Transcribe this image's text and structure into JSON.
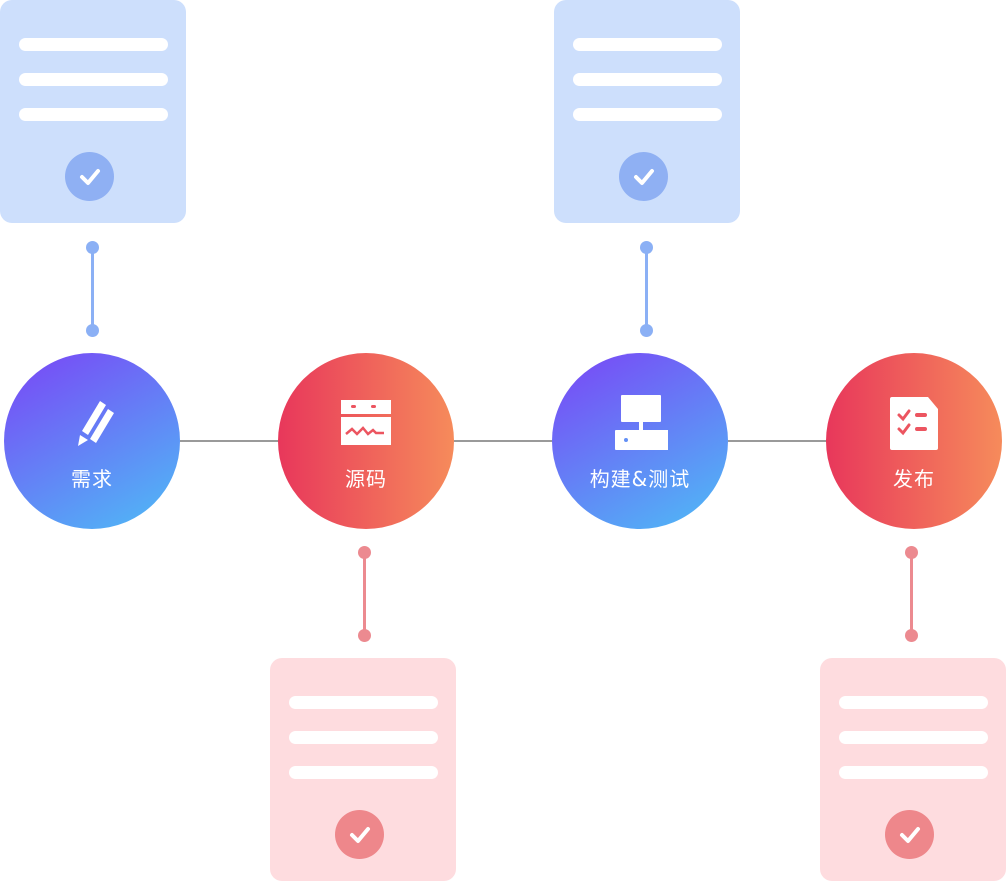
{
  "steps": [
    {
      "label": "需求",
      "icon": "pencil-icon",
      "theme": "blue"
    },
    {
      "label": "源码",
      "icon": "code-window-icon",
      "theme": "red"
    },
    {
      "label": "构建&测试",
      "icon": "server-icon",
      "theme": "blue"
    },
    {
      "label": "发布",
      "icon": "checklist-icon",
      "theme": "red"
    }
  ],
  "colors": {
    "blue_gradient": [
      "#7650f6",
      "#52b1f6"
    ],
    "red_gradient": [
      "#e8375b",
      "#f68b5b"
    ],
    "blue_card": "#cddffc",
    "blue_check": "#8fb0f3",
    "red_card": "#fedcdf",
    "red_check": "#ee878b",
    "flow_line": "#9a9a9a"
  }
}
